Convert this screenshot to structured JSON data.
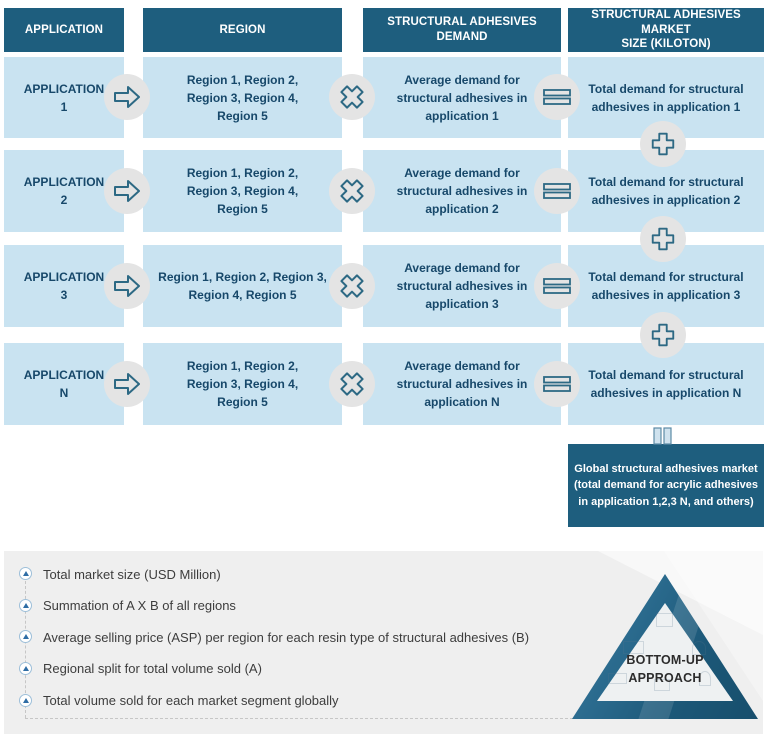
{
  "header": {
    "columns": [
      {
        "label": "APPLICATION"
      },
      {
        "label": "REGION"
      },
      {
        "label": "STRUCTURAL ADHESIVES\nDEMAND"
      },
      {
        "label": "STRUCTURAL ADHESIVES MARKET\nSIZE (KILOTON)"
      }
    ]
  },
  "rows": [
    {
      "application": "APPLICATION\n1",
      "regions": "Region 1, Region 2,\nRegion 3, Region 4,\nRegion 5",
      "demand": "Average demand for\nstructural adhesives in\napplication 1",
      "total": "Total demand for structural\nadhesives in application 1"
    },
    {
      "application": "APPLICATION\n2",
      "regions": "Region 1, Region 2,\nRegion 3, Region 4,\nRegion 5",
      "demand": "Average demand for\nstructural adhesives in\napplication 2",
      "total": "Total demand for structural\nadhesives in application 2"
    },
    {
      "application": "APPLICATION\n3",
      "regions": "Region 1, Region 2, Region 3,\nRegion 4, Region 5",
      "demand": "Average demand for\nstructural adhesives in\napplication 3",
      "total": "Total demand for structural\nadhesives in application 3"
    },
    {
      "application": "APPLICATION\nN",
      "regions": "Region 1, Region 2,\nRegion 3, Region 4,\nRegion 5",
      "demand": "Average demand for\nstructural adhesives in\napplication N",
      "total": "Total demand for structural\nadhesives in application N"
    }
  ],
  "icons": {
    "flow": "arrow-right-icon",
    "multiply": "cross-icon",
    "equals": "equals-icon",
    "sum": "plus-icon",
    "result": "double-bar-icon",
    "legend_bullet": "triangle-up-bullet-icon"
  },
  "result_box": {
    "text": "Global structural adhesives market\n(total demand for acrylic adhesives\nin application 1,2,3 N, and others)"
  },
  "legend": {
    "items": [
      "Total market size (USD Million)",
      "Summation of A X B of all regions",
      "Average selling price (ASP) per region for each resin type of structural adhesives (B)",
      "Regional split for total volume sold (A)",
      "Total volume sold for each market segment globally"
    ]
  },
  "approach": {
    "label": "BOTTOM-UP\nAPPROACH"
  },
  "colors": {
    "teal_header": "#1e5e7e",
    "light_blue_cell": "#c9e3f1",
    "cell_text_navy": "#17486a",
    "operator_circle_gray": "#e4e4e4",
    "icon_stroke_teal": "#2d6984",
    "panel_gray": "#efefef",
    "triangle_blue_dark": "#174e6c",
    "triangle_blue_light": "#3c7ba0",
    "bullet_blue": "#2f6da5"
  }
}
